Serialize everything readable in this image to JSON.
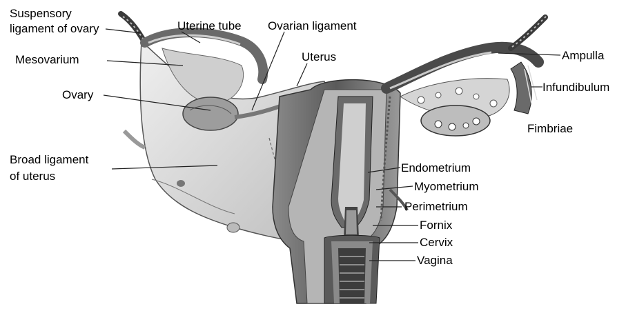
{
  "labels": {
    "suspensory_line1": "Suspensory",
    "suspensory_line2": "ligament of ovary",
    "uterine_tube": "Uterine tube",
    "ovarian_ligament": "Ovarian ligament",
    "mesovarium": "Mesovarium",
    "uterus": "Uterus",
    "ovary": "Ovary",
    "broad_line1": "Broad ligament",
    "broad_line2": "of uterus",
    "ampulla": "Ampulla",
    "infundibulum": "Infundibulum",
    "fimbriae": "Fimbriae",
    "endometrium": "Endometrium",
    "myometrium": "Myometrium",
    "perimetrium": "Perimetrium",
    "fornix": "Fornix",
    "cervix": "Cervix",
    "vagina": "Vagina"
  },
  "colors": {
    "background": "#ffffff",
    "tissue_light": "#d9d9d9",
    "tissue_mid": "#a8a8a8",
    "tissue_dark": "#4a4a4a",
    "leader_line": "#222222"
  }
}
